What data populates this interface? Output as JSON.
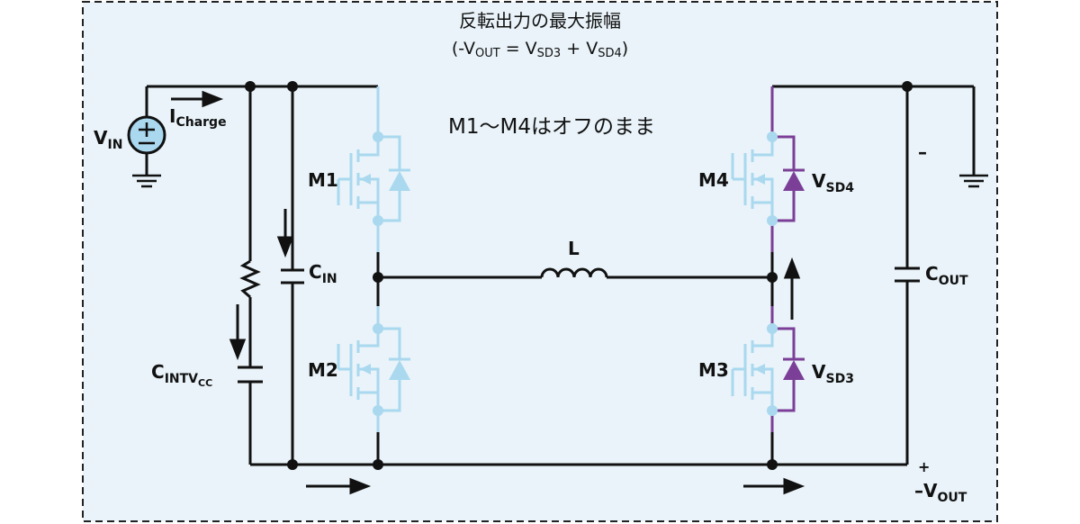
{
  "title": {
    "line1": "反転出力の最大振幅",
    "line2_pre": "(-V",
    "line2_out": "OUT",
    "line2_eq": " = V",
    "line2_sd3": "SD3",
    "line2_plus": " + V",
    "line2_sd4": "SD4",
    "line2_end": ")"
  },
  "note": "M1～M4はオフのまま",
  "labels": {
    "vin_main": "V",
    "vin_sub": "IN",
    "icharge_main": "I",
    "icharge_sub": "Charge",
    "cin_main": "C",
    "cin_sub": "IN",
    "cintvcc_main": "C",
    "cintvcc_sub1": "INTV",
    "cintvcc_sub2": "CC",
    "m1": "M1",
    "m2": "M2",
    "m3": "M3",
    "m4": "M4",
    "inductor": "L",
    "vsd4_main": "V",
    "vsd4_sub": "SD4",
    "vsd3_main": "V",
    "vsd3_sub": "SD3",
    "cout_main": "C",
    "cout_sub": "OUT",
    "minus": "–",
    "plus": "+",
    "vout_main": "–V",
    "vout_sub": "OUT"
  },
  "colors": {
    "wire": "#111111",
    "off_mosfet": "#a9d8ef",
    "conducting_path": "#7b3f98",
    "source_fill": "#a9d8ef",
    "background": "#e9f3f9",
    "border": "#222222"
  }
}
